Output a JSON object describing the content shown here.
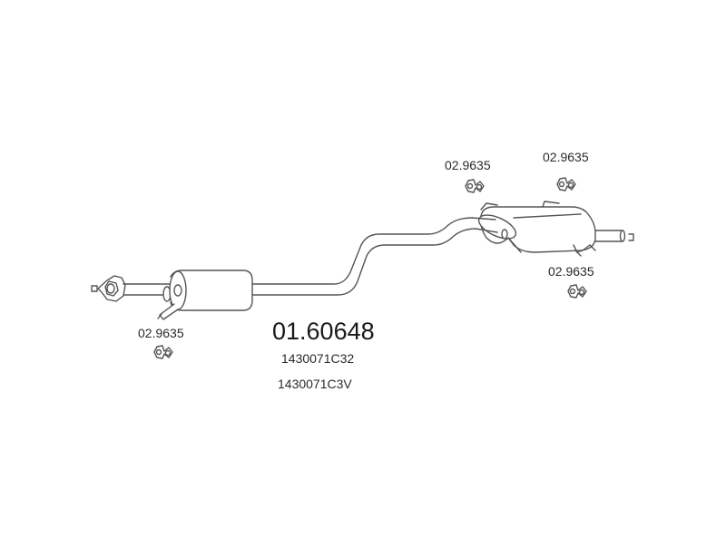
{
  "diagram": {
    "main_part_number": "01.60648",
    "oem_numbers": [
      "1430071C32",
      "1430071C3V"
    ],
    "hanger_labels": [
      "02.9635",
      "02.9635",
      "02.9635",
      "02.9635"
    ],
    "line_color": "#555555",
    "fill_color": "#ffffff"
  }
}
